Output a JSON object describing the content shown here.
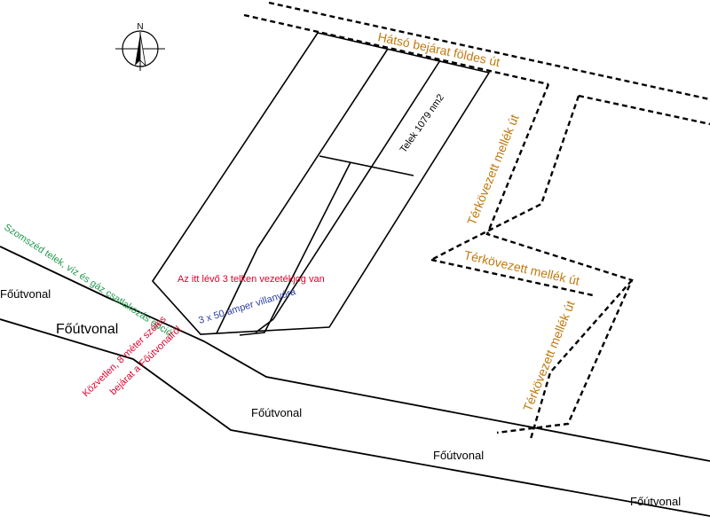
{
  "compass": {
    "north_letter": "N",
    "icon": "compass-rose-icon"
  },
  "roads": {
    "main_road": [
      "Főútvonal",
      "Főútvonal",
      "Főútvonal",
      "Főútvonal",
      "Főútvonal"
    ],
    "back_dirt_road": "Hátsó bejárat földes út",
    "paved_side_road": [
      "Térkövezett mellék út",
      "Térkövezett mellék út",
      "Térkövezett mellék út"
    ]
  },
  "annotations": {
    "plot_area": "Telek 1079 nm2",
    "utility_rights": "Az itt lévő 3 telken vezetékjog van",
    "neighbor_connection": "Szomszéd telek, víz és gáz csatlakozás opció",
    "electric_meter": "3 x 50 amper villanyóra",
    "direct_entrance_line1": "Közvetlen, 8 méter széles",
    "direct_entrance_line2": "bejárat a Főútvonalról"
  },
  "colors": {
    "orange_labels": "#c07a10",
    "red_notes": "#e0002a",
    "green_note": "#1f9a4a",
    "blue_note": "#2b3fa6"
  }
}
